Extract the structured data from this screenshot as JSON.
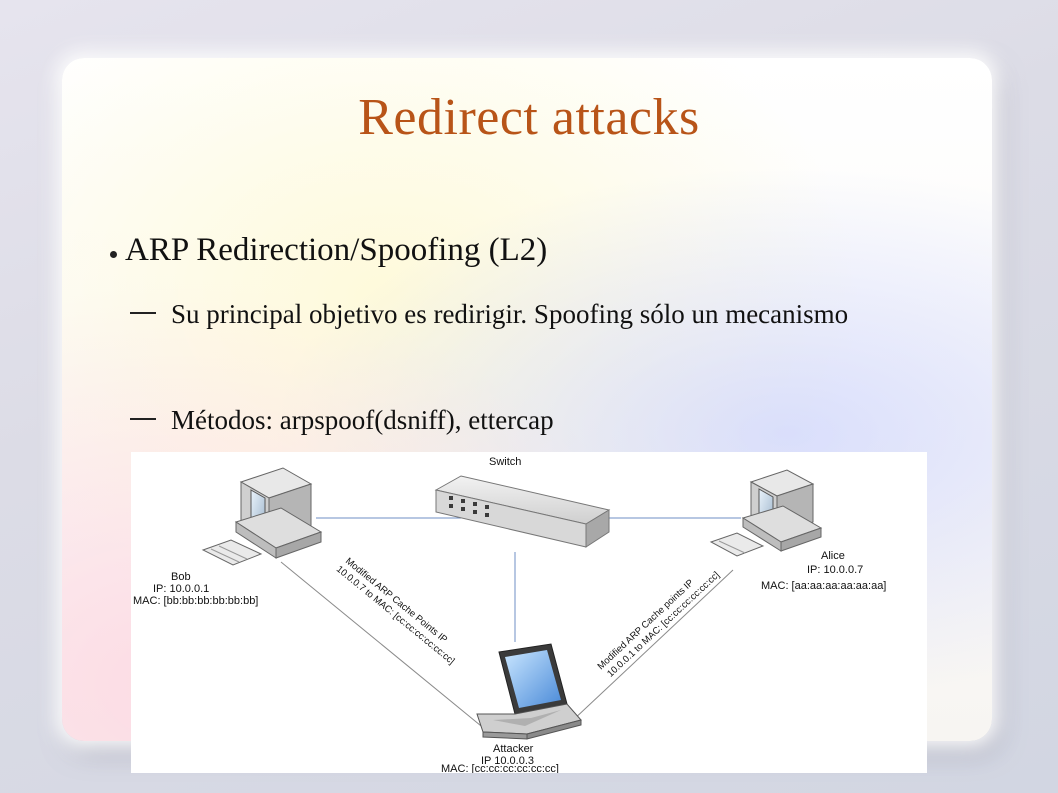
{
  "slide": {
    "title": "Redirect attacks",
    "bullet": "ARP Redirection/Spoofing (L2)",
    "sub_bullets": [
      "Su principal objetivo es redirigir. Spoofing sólo un mecanismo",
      "Métodos: arpspoof(dsniff), ettercap"
    ]
  },
  "diagram": {
    "switch_label": "Switch",
    "bob": {
      "name": "Bob",
      "ip": "IP: 10.0.0.1",
      "mac": "MAC: [bb:bb:bb:bb:bb:bb]"
    },
    "alice": {
      "name": "Alice",
      "ip": "IP: 10.0.0.7",
      "mac": "MAC: [aa:aa:aa:aa:aa:aa]"
    },
    "attacker": {
      "name": "Attacker",
      "ip": "IP 10.0.0.3",
      "mac": "MAC: [cc:cc:cc:cc:cc:cc]"
    },
    "left_annotation": [
      "Modified ARP Cache Points IP",
      "10.0.0.7 to MAC: [cc:cc:cc:cc:cc:cc]"
    ],
    "right_annotation": [
      "Modified ARP Cache points IP",
      "10.0.0.1 to MAC: [cc:cc:cc:cc:cc:cc]"
    ]
  },
  "colors": {
    "title": "#b85418",
    "link_line": "#6f8fc4",
    "annotation_line": "#8a8a8a"
  }
}
